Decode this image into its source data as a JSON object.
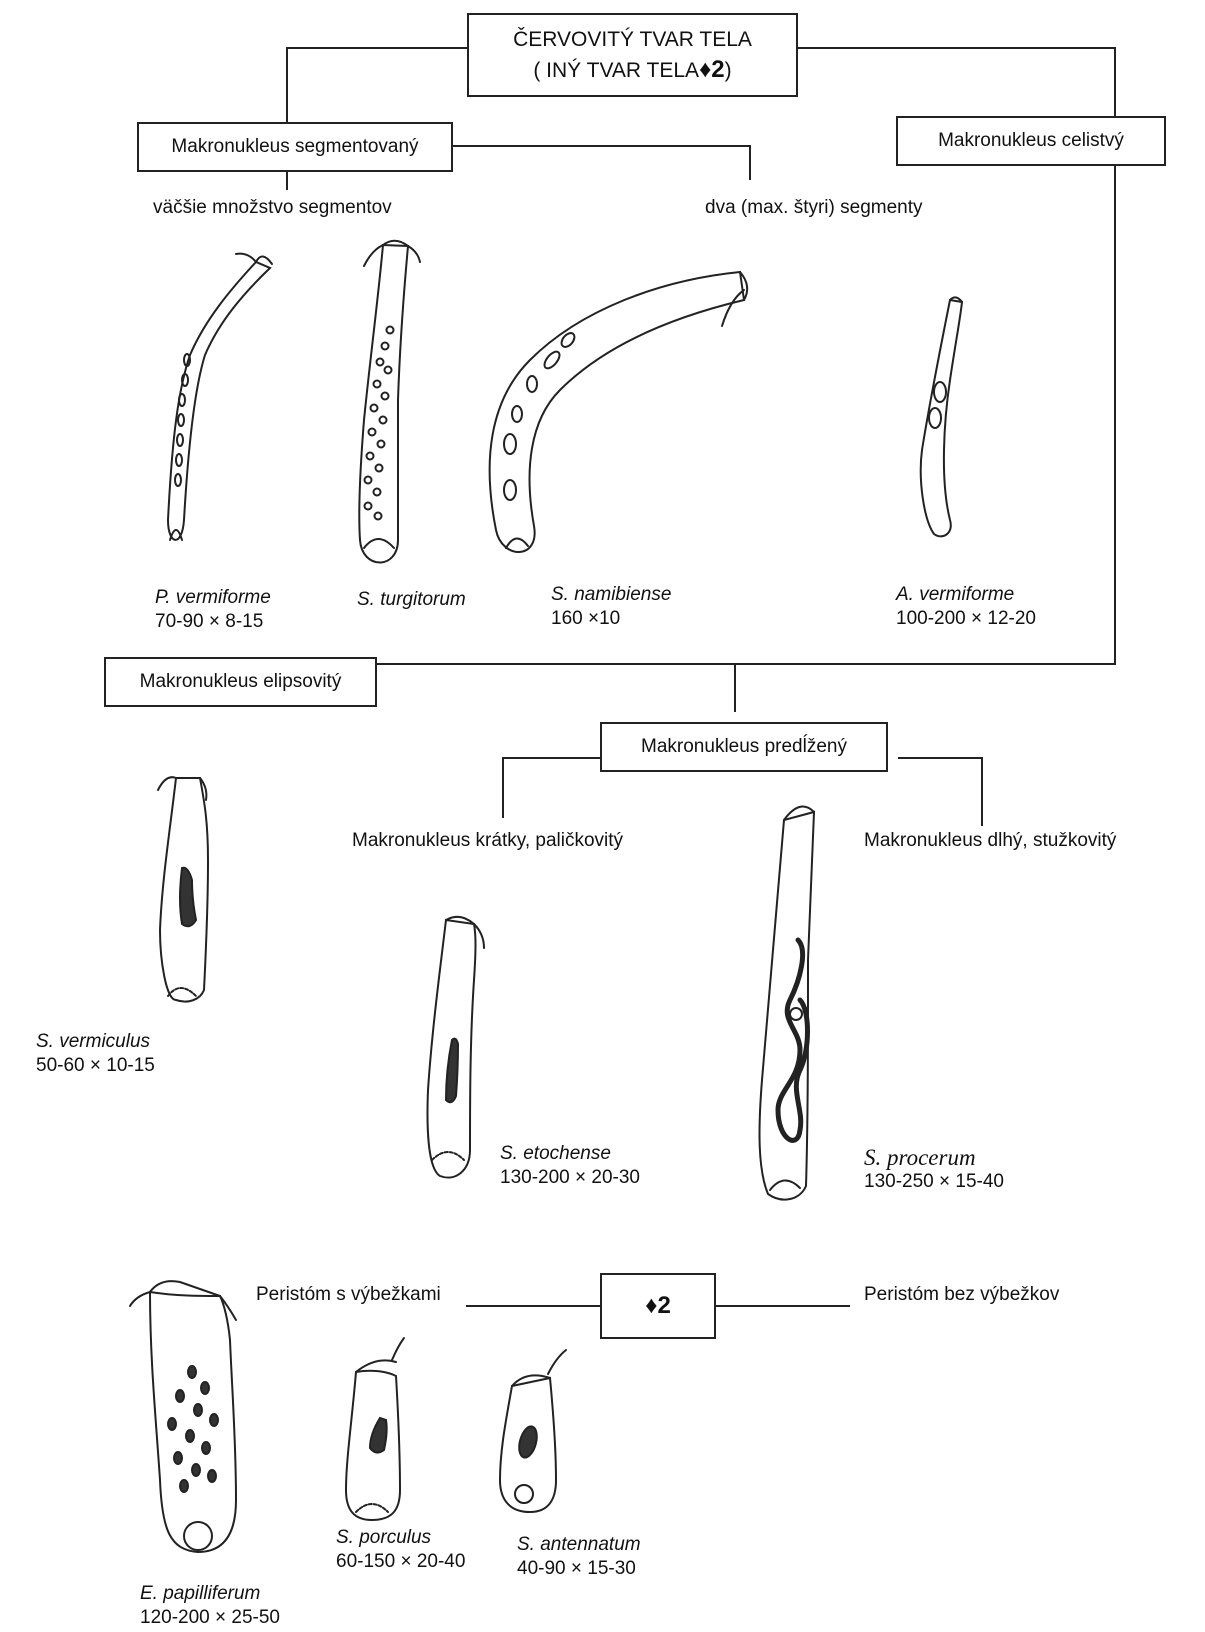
{
  "root": {
    "line1": "ČERVOVITÝ TVAR TELA",
    "line2_prefix": "( INÝ TVAR TELA",
    "line2_marker": "♦2",
    "line2_suffix": ")"
  },
  "nodes": {
    "segmented": "Makronukleus segmentovaný",
    "compact": "Makronukleus celistvý",
    "elliptic": "Makronukleus elipsovitý",
    "elongated": "Makronukleus predĺžený",
    "marker2": "♦2"
  },
  "branches": {
    "many_segments": "väčšie množstvo segmentov",
    "two_segments": "dva (max. štyri) segmenty",
    "short_rod": "Makronukleus krátky, paličkovitý",
    "long_ribbon": "Makronukleus dlhý, stužkovitý",
    "with_projections": "Peristóm s výbežkami",
    "without_projections": "Peristóm bez výbežkov"
  },
  "species": [
    {
      "name": "P. vermiforme",
      "size": "70-90 × 8-15"
    },
    {
      "name": "S. turgitorum",
      "size": ""
    },
    {
      "name": "S. namibiense",
      "size": "160 ×10"
    },
    {
      "name": "A. vermiforme",
      "size": "100-200 × 12-20"
    },
    {
      "name": "S. vermiculus",
      "size": "50-60 × 10-15"
    },
    {
      "name": "S. etochense",
      "size": "130-200 × 20-30"
    },
    {
      "name": "S. procerum",
      "size": "130-250 × 15-40"
    },
    {
      "name": "E. papilliferum",
      "size": "120-200 × 25-50"
    },
    {
      "name": "S. porculus",
      "size": "60-150 × 20-40"
    },
    {
      "name": "S. antennatum",
      "size": "40-90 × 15-30"
    }
  ]
}
